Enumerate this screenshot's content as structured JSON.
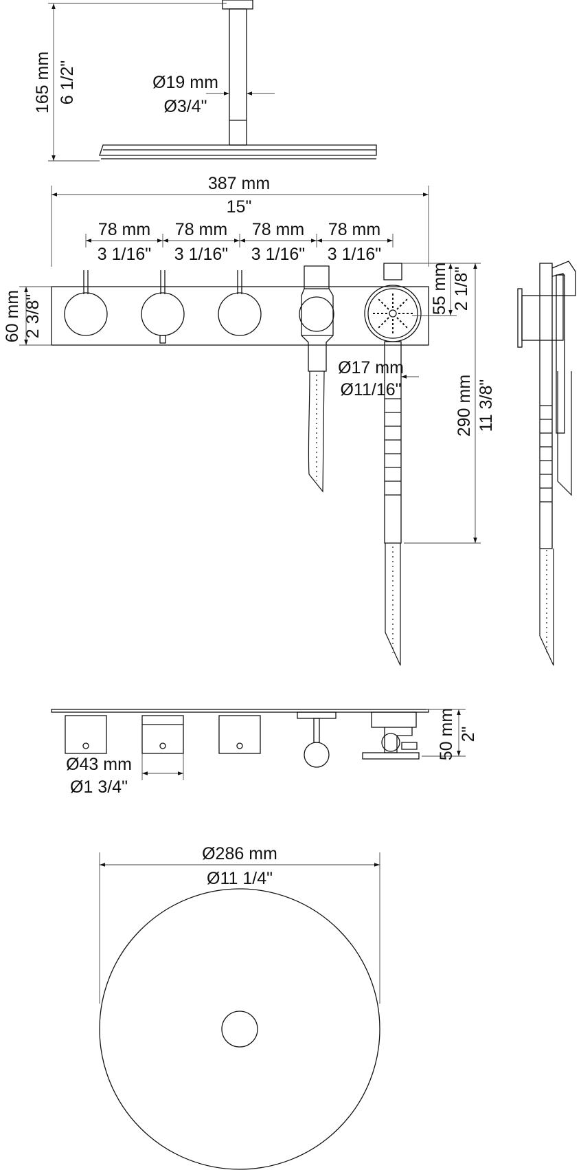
{
  "colors": {
    "line": "#111111",
    "background": "#ffffff",
    "leader": "#444444"
  },
  "dimensions": {
    "overhead_height_mm": "165 mm",
    "overhead_height_in": "6 1/2\"",
    "arm_diameter_mm": "Ø19 mm",
    "arm_diameter_in": "Ø3/4\"",
    "plate_width_mm": "387 mm",
    "plate_width_in": "15\"",
    "spacing_mm": [
      "78 mm",
      "78 mm",
      "78 mm",
      "78 mm"
    ],
    "spacing_in": [
      "3 1/16\"",
      "3 1/16\"",
      "3 1/16\"",
      "3 1/16\""
    ],
    "plate_height_mm": "60 mm",
    "plate_height_in": "2 3/8\"",
    "handshower_head_mm": "55 mm",
    "handshower_head_in": "2 1/8\"",
    "handle_diameter_mm": "Ø17 mm",
    "handle_diameter_in": "Ø11/16\"",
    "handshower_length_mm": "290 mm",
    "handshower_length_in": "11 3/8\"",
    "knob_diameter_mm": "Ø43 mm",
    "knob_diameter_in": "Ø1 3/4\"",
    "projection_mm": "50 mm",
    "projection_in": "2\"",
    "head_diameter_mm": "Ø286 mm",
    "head_diameter_in": "Ø11 1/4\""
  }
}
